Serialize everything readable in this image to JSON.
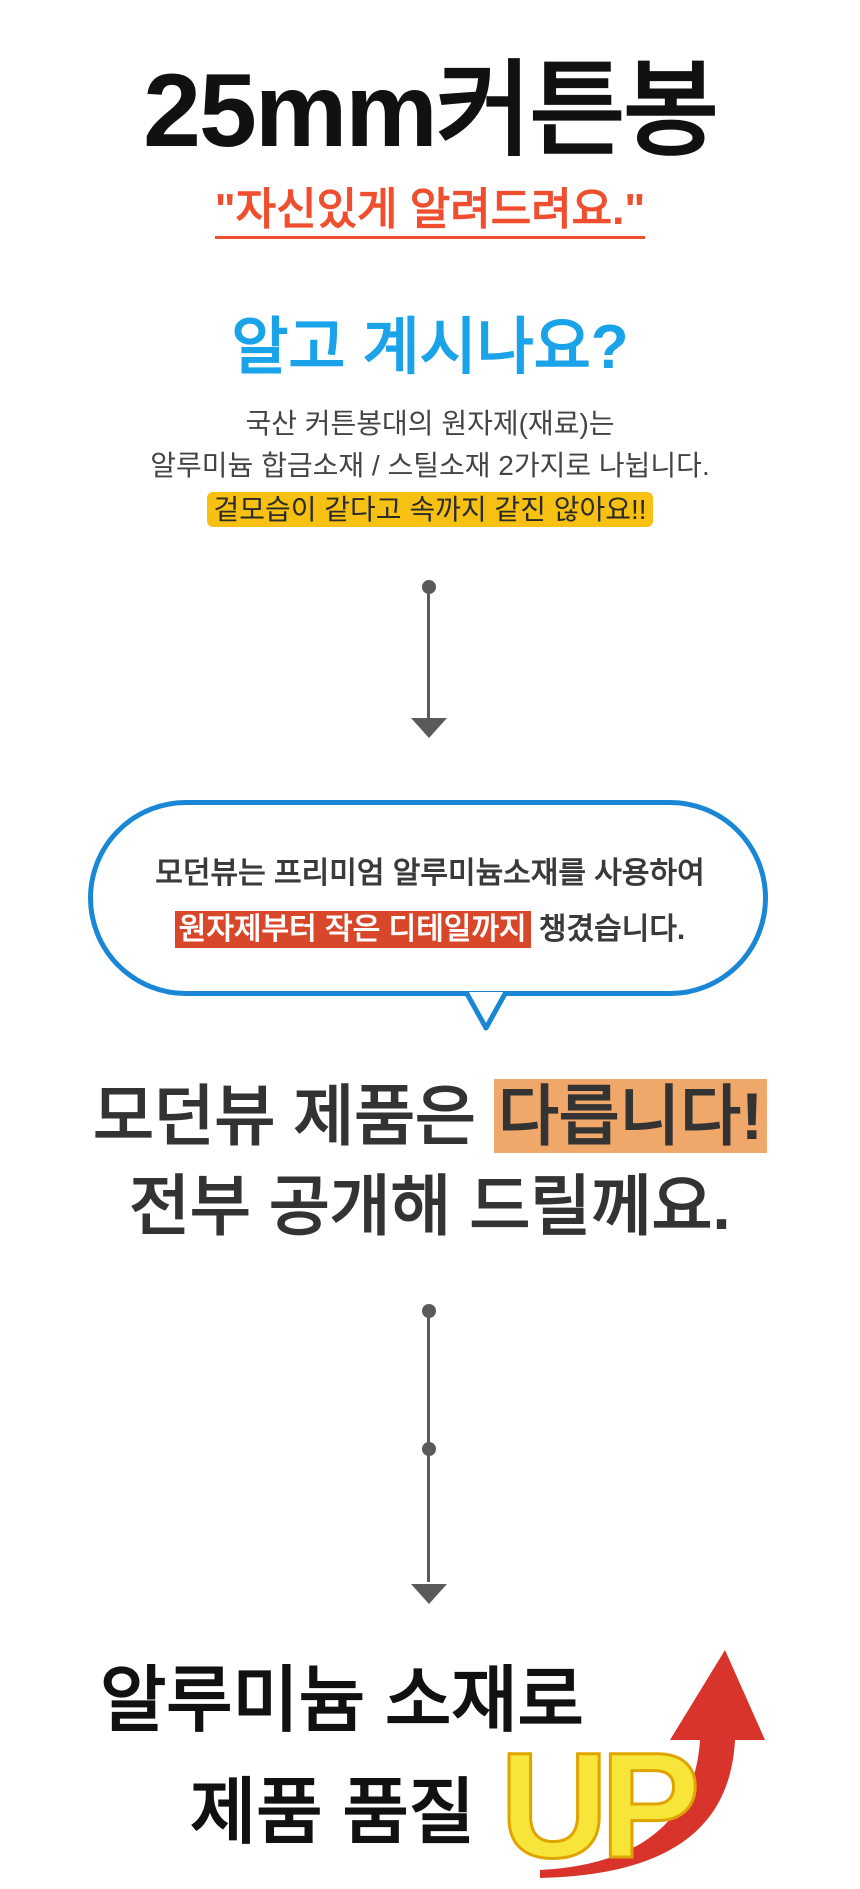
{
  "header": {
    "title": "25mm커튼봉",
    "subtitle": "\"자신있게 알려드려요.\""
  },
  "intro": {
    "question": "알고 계시나요?",
    "line1": "국산 커튼봉대의 원자제(재료)는",
    "line2": "알루미늄 합금소재 / 스틸소재 2가지로 나뉩니다.",
    "highlight": "겉모습이 같다고 속까지 같진 않아요!!"
  },
  "bubble": {
    "line1": "모던뷰는 프리미엄 알루미늄소재를 사용하여",
    "line2_highlight": "원자제부터 작은 디테일까지",
    "line2_rest": " 챙겼습니다."
  },
  "claim": {
    "line1_prefix": "모던뷰 제품은 ",
    "line1_highlight": "다릅니다!",
    "line2": "전부 공개해 드릴께요."
  },
  "finale": {
    "line1": "알루미늄 소재로",
    "line2": "제품 품질",
    "up_text": "UP"
  },
  "colors": {
    "accent_red": "#ef4f2f",
    "accent_blue": "#1aa3e8",
    "bubble_border": "#1a87d6",
    "highlight_yellow": "#f7c113",
    "highlight_red": "#d9472b",
    "highlight_orange": "#f0a86a",
    "arrow_red": "#d8342b"
  }
}
